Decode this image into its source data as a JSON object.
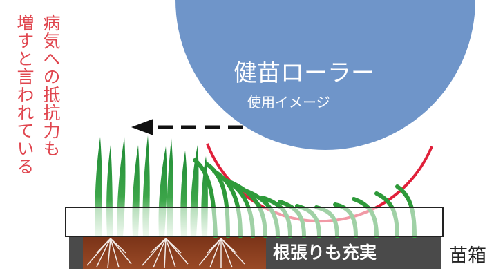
{
  "left_text": {
    "line1": "病気への抵抗力も",
    "line2": "増すと言われている"
  },
  "roller": {
    "title": "健苗ローラー",
    "subtitle": "使用イメージ"
  },
  "roots_label": "根張りも充実",
  "tray_label": "苗箱",
  "colors": {
    "roller_fill": "#6f95c9",
    "contact_arc": "#e0203a",
    "seedling": "#2e9a3a",
    "soil": "#7a3318",
    "tray_band": "#4a4a4a",
    "left_text": "#e0464f"
  }
}
